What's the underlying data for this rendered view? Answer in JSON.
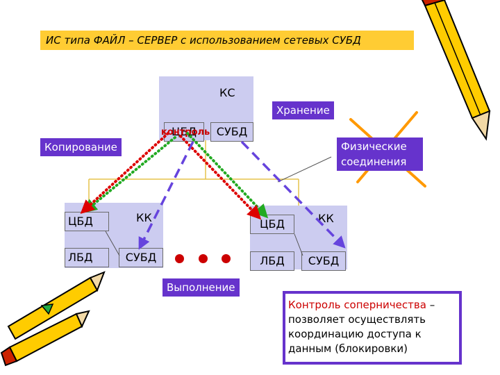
{
  "title": "ИС типа ФАЙЛ – СЕРВЕР с использованием сетевых СУБД",
  "server": {
    "label": "КС",
    "cbd": "ЦБД",
    "subd": "СУБД",
    "control": "контроль"
  },
  "client_left": {
    "label": "КК",
    "cbd": "ЦБД",
    "lbd": "ЛБД",
    "subd": "СУБД"
  },
  "client_right": {
    "label": "КК",
    "cbd": "ЦБД",
    "lbd": "ЛБД",
    "subd": "СУБД"
  },
  "labels": {
    "copy": "Копирование",
    "storage": "Хранение",
    "physical": "Физические соединения",
    "execution": "Выполнение"
  },
  "note": {
    "highlight": "Контроль соперничества",
    "rest": "– позволяет осуществлять координацию доступа к данным (блокировки)"
  },
  "colors": {
    "title_bg": "#ffcc33",
    "box": "#ccccf0",
    "label_bg": "#6633cc",
    "dotted_green": "#22aa22",
    "dotted_red": "#dd0000",
    "dashed": "#6644dd",
    "cross": "#ff9900",
    "wire": "#e6c34a"
  }
}
